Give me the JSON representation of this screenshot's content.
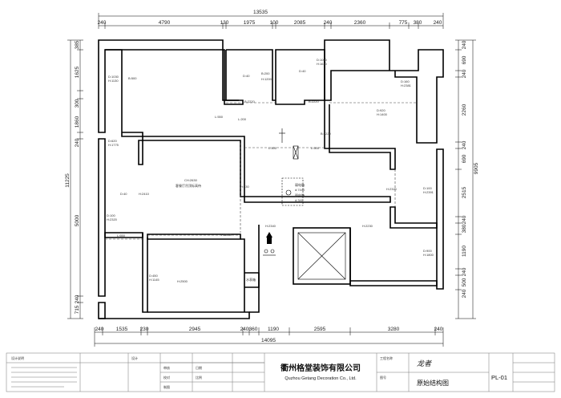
{
  "dimensions": {
    "top_total": "13535",
    "top": [
      "240",
      "4790",
      "130",
      "1975",
      "100",
      "2085",
      "240",
      "2360",
      "775",
      "380",
      "240"
    ],
    "bottom_total": "14095",
    "bottom": [
      "240",
      "1535",
      "230",
      "2945",
      "240",
      "360",
      "1190",
      "2595",
      "3280",
      "240"
    ],
    "left_total": "11225",
    "left": [
      "385",
      "1625",
      "300",
      "1860",
      "240",
      "5000",
      "240",
      "715"
    ],
    "right_total": "9905",
    "right": [
      "240",
      "690",
      "240",
      "2260",
      "240",
      "690",
      "2515",
      "240",
      "380",
      "1190",
      "240",
      "500",
      "240"
    ]
  },
  "rooms": {
    "tl_d": "D:1030",
    "tl_h": "H:1130",
    "tl_b": "B:500",
    "c1_d": "D:40",
    "c1_b": "B:200",
    "c2_d": "D:40",
    "c2_h": "H:1200",
    "tr_d": "D:1060",
    "tr_h": "H:1630",
    "tr2_d": "D:160",
    "tr2_h": "H:2381",
    "beam1": "B:2220",
    "beam2": "B:2220",
    "beam3": "B:2220",
    "mid1": "L:550",
    "mid2": "L:200",
    "rt_d": "D:920",
    "rt_h": "H:1400",
    "left_win_d": "D:620",
    "left_win_h": "H:1775",
    "center_ch": "CH:2630",
    "center_note": "客餐厅吊顶标高待",
    "h2410": "H:2410",
    "l500a": "L:500",
    "l500b": "L:500",
    "h330": "H:330",
    "win_d": "D:100",
    "win_h": "H:2320",
    "d40": "D:40",
    "meter1": "弱电箱",
    "meter1_v": "d:7440",
    "meter2": "强电箱",
    "meter2_v": "d:340",
    "r_d": "D:100",
    "r_h": "H:2391",
    "h2320": "H:2320",
    "h2230": "H:2230",
    "h2240": "H:2240",
    "l650": "L:650",
    "bl_d": "D:450",
    "bl_h": "H:1145",
    "br_d": "D:900",
    "br_h": "H:1800",
    "water": "水表箱",
    "h2500": "H:2500",
    "stair_h": "H:2340"
  },
  "title_block": {
    "company_cn": "衢州格堂装饰有限公司",
    "company_en": "Quzhou Getang Decoration Co., Ltd.",
    "project": "龙者",
    "drawing_name": "原始结构图",
    "drawing_no": "PL-01",
    "small_labels": [
      "设计说明",
      "工程名称",
      "设计",
      "审核",
      "校对",
      "制图",
      "日期",
      "比例",
      "图号"
    ]
  }
}
